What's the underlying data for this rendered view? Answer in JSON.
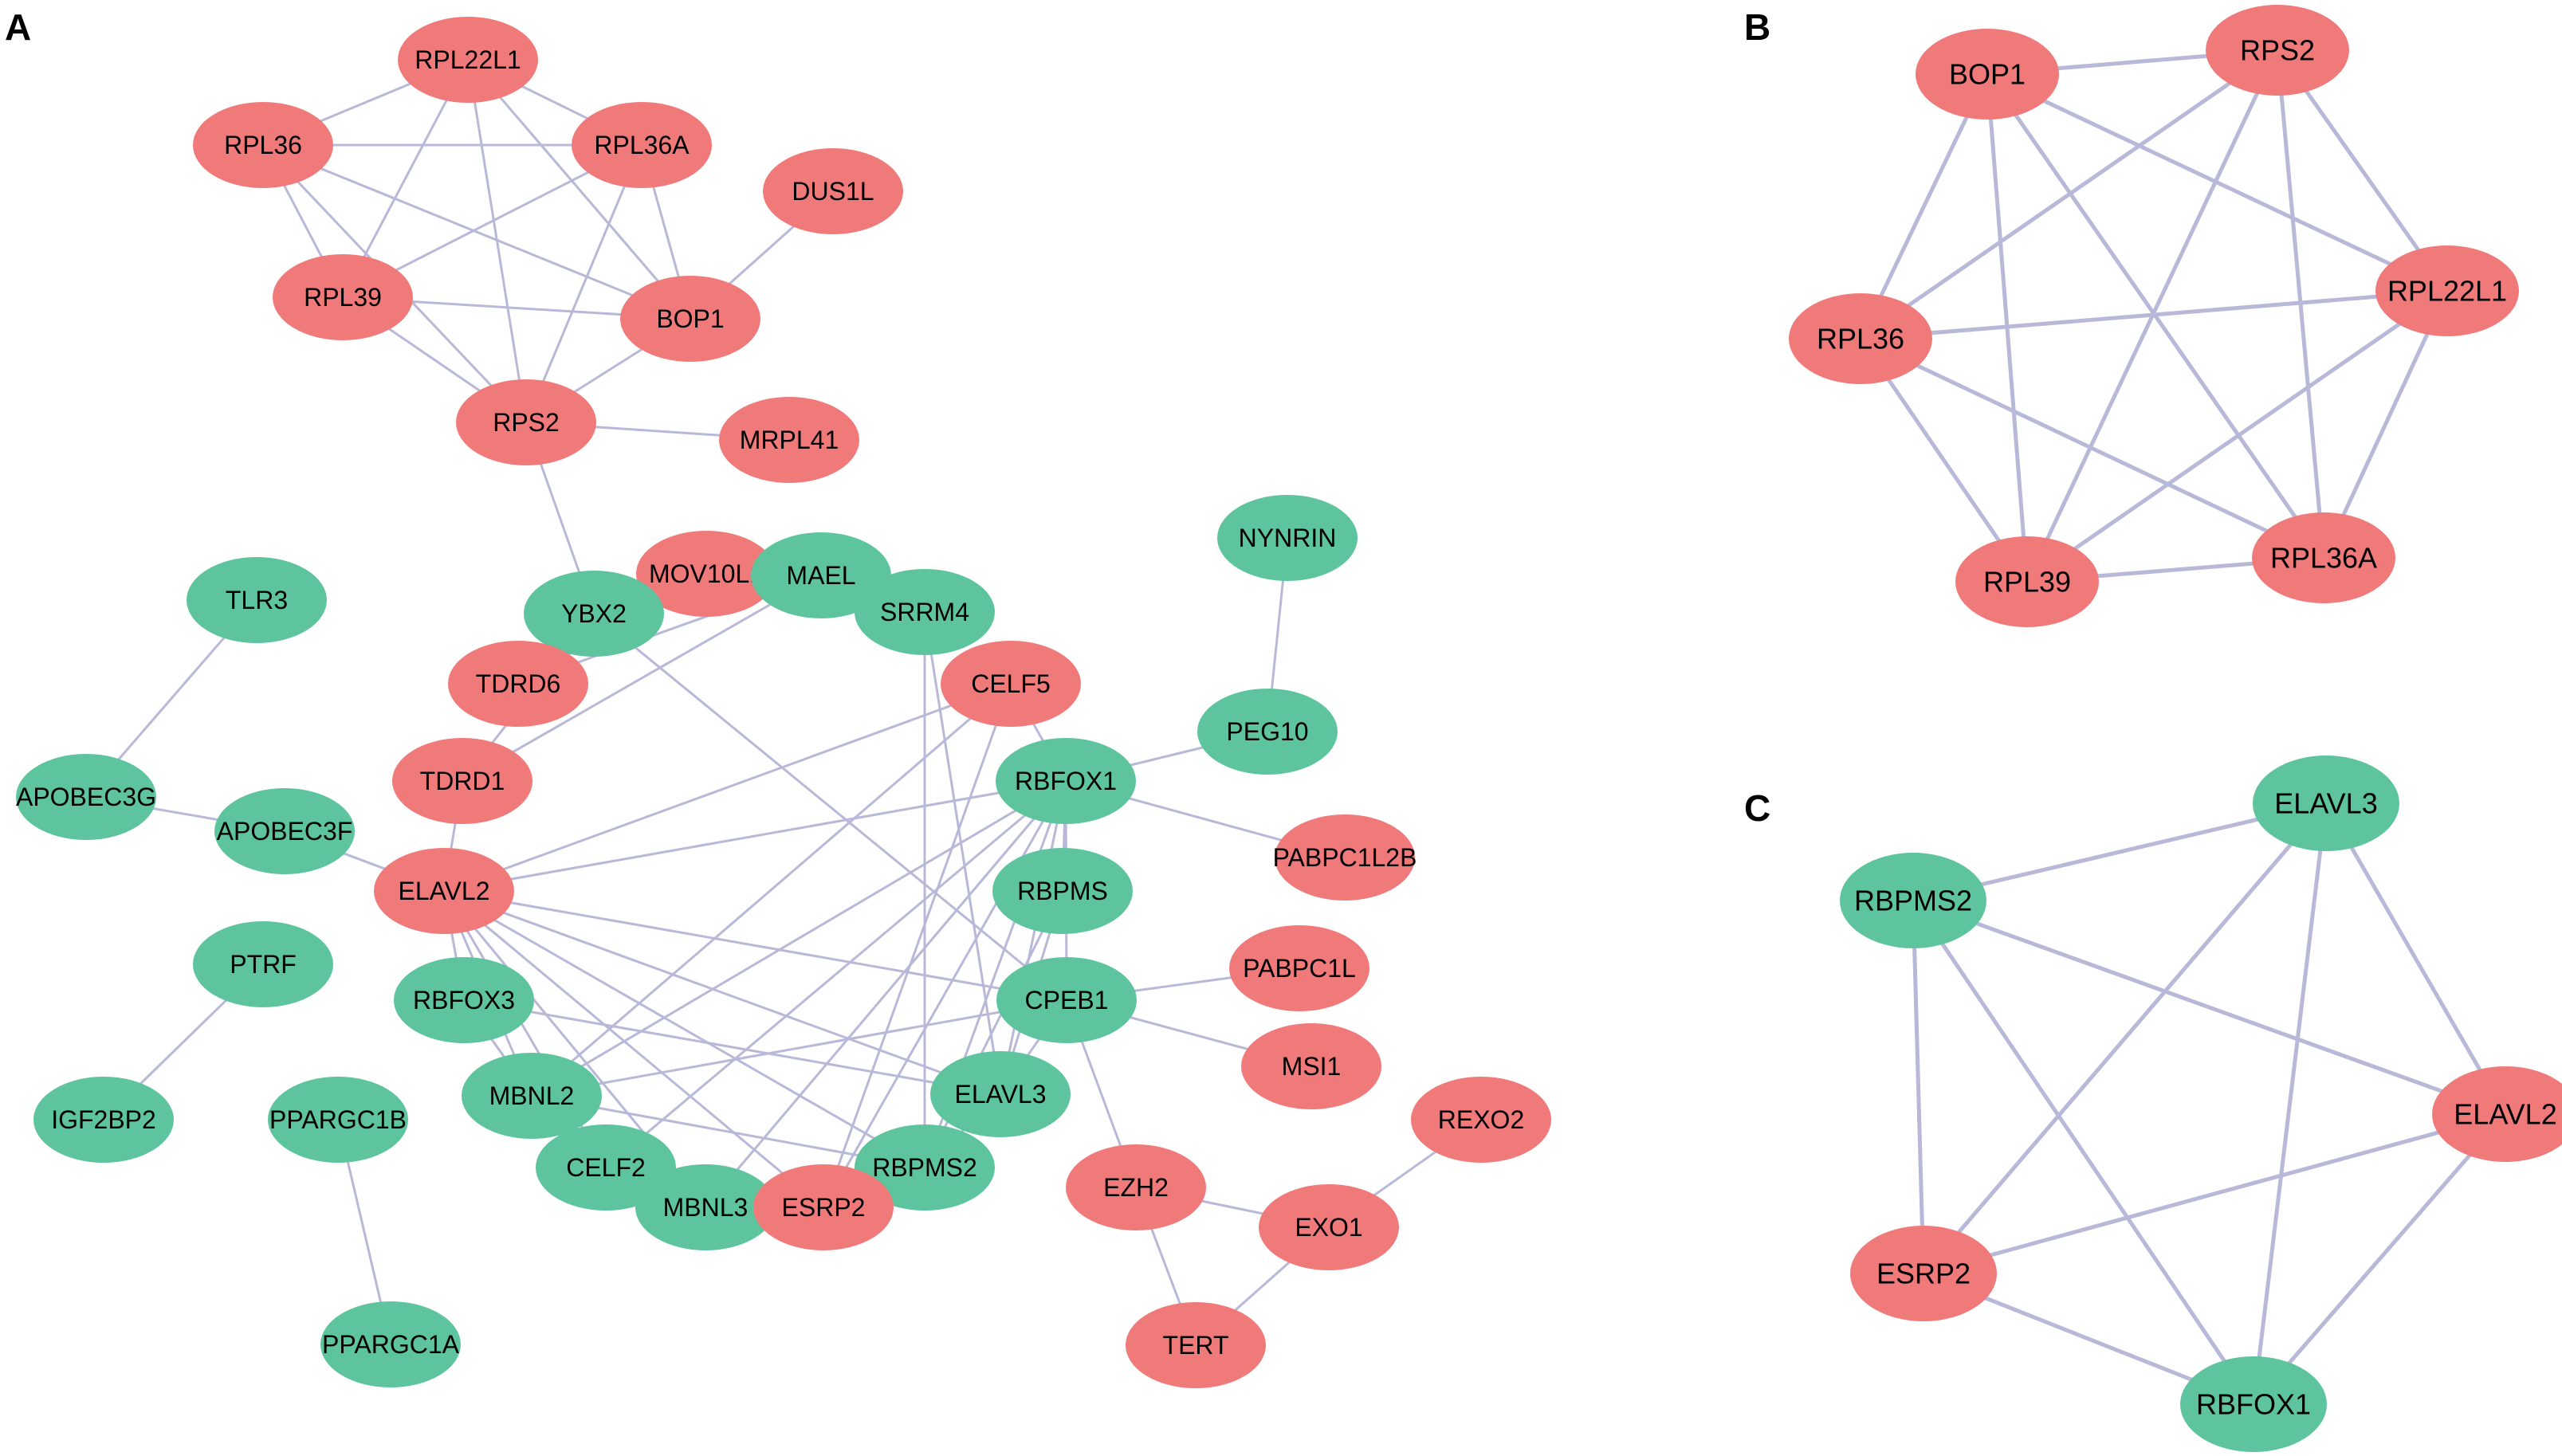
{
  "colors": {
    "red": "#f07a7a",
    "green": "#5ec49e",
    "edge": "#b8b8d8"
  },
  "panels": [
    {
      "label": "A",
      "nodes": [
        {
          "id": "RPL22L1",
          "label": "RPL22L1",
          "color": "red"
        },
        {
          "id": "RPL36",
          "label": "RPL36",
          "color": "red"
        },
        {
          "id": "RPL36A",
          "label": "RPL36A",
          "color": "red"
        },
        {
          "id": "DUS1L",
          "label": "DUS1L",
          "color": "red"
        },
        {
          "id": "RPL39",
          "label": "RPL39",
          "color": "red"
        },
        {
          "id": "BOP1",
          "label": "BOP1",
          "color": "red"
        },
        {
          "id": "RPS2",
          "label": "RPS2",
          "color": "red"
        },
        {
          "id": "MRPL41",
          "label": "MRPL41",
          "color": "red"
        },
        {
          "id": "NYNRIN",
          "label": "NYNRIN",
          "color": "green"
        },
        {
          "id": "TLR3",
          "label": "TLR3",
          "color": "green"
        },
        {
          "id": "MOV10L1",
          "label": "MOV10L1",
          "color": "red"
        },
        {
          "id": "MAEL",
          "label": "MAEL",
          "color": "green"
        },
        {
          "id": "YBX2",
          "label": "YBX2",
          "color": "green"
        },
        {
          "id": "SRRM4",
          "label": "SRRM4",
          "color": "green"
        },
        {
          "id": "TDRD6",
          "label": "TDRD6",
          "color": "red"
        },
        {
          "id": "CELF5",
          "label": "CELF5",
          "color": "red"
        },
        {
          "id": "PEG10",
          "label": "PEG10",
          "color": "green"
        },
        {
          "id": "TDRD1",
          "label": "TDRD1",
          "color": "red"
        },
        {
          "id": "RBFOX1",
          "label": "RBFOX1",
          "color": "green"
        },
        {
          "id": "APOBEC3G",
          "label": "APOBEC3G",
          "color": "green"
        },
        {
          "id": "APOBEC3F",
          "label": "APOBEC3F",
          "color": "green"
        },
        {
          "id": "PABPC1L2B",
          "label": "PABPC1L2B",
          "color": "red"
        },
        {
          "id": "ELAVL2",
          "label": "ELAVL2",
          "color": "red"
        },
        {
          "id": "RBPMS",
          "label": "RBPMS",
          "color": "green"
        },
        {
          "id": "PTRF",
          "label": "PTRF",
          "color": "green"
        },
        {
          "id": "PABPC1L",
          "label": "PABPC1L",
          "color": "red"
        },
        {
          "id": "RBFOX3",
          "label": "RBFOX3",
          "color": "green"
        },
        {
          "id": "CPEB1",
          "label": "CPEB1",
          "color": "green"
        },
        {
          "id": "MSI1",
          "label": "MSI1",
          "color": "red"
        },
        {
          "id": "MBNL2",
          "label": "MBNL2",
          "color": "green"
        },
        {
          "id": "ELAVL3",
          "label": "ELAVL3",
          "color": "green"
        },
        {
          "id": "IGF2BP2",
          "label": "IGF2BP2",
          "color": "green"
        },
        {
          "id": "PPARGC1B",
          "label": "PPARGC1B",
          "color": "green"
        },
        {
          "id": "REXO2",
          "label": "REXO2",
          "color": "red"
        },
        {
          "id": "CELF2",
          "label": "CELF2",
          "color": "green"
        },
        {
          "id": "RBPMS2",
          "label": "RBPMS2",
          "color": "green"
        },
        {
          "id": "MBNL3",
          "label": "MBNL3",
          "color": "green"
        },
        {
          "id": "ESRP2",
          "label": "ESRP2",
          "color": "red"
        },
        {
          "id": "EZH2",
          "label": "EZH2",
          "color": "red"
        },
        {
          "id": "EXO1",
          "label": "EXO1",
          "color": "red"
        },
        {
          "id": "TERT",
          "label": "TERT",
          "color": "red"
        },
        {
          "id": "PPARGC1A",
          "label": "PPARGC1A",
          "color": "green"
        }
      ],
      "edges": [
        [
          "RPL22L1",
          "RPL36"
        ],
        [
          "RPL22L1",
          "RPL36A"
        ],
        [
          "RPL22L1",
          "RPL39"
        ],
        [
          "RPL22L1",
          "BOP1"
        ],
        [
          "RPL22L1",
          "RPS2"
        ],
        [
          "RPL36",
          "RPL36A"
        ],
        [
          "RPL36",
          "RPL39"
        ],
        [
          "RPL36",
          "BOP1"
        ],
        [
          "RPL36",
          "RPS2"
        ],
        [
          "RPL36A",
          "RPL39"
        ],
        [
          "RPL36A",
          "BOP1"
        ],
        [
          "RPL36A",
          "RPS2"
        ],
        [
          "RPL39",
          "BOP1"
        ],
        [
          "RPL39",
          "RPS2"
        ],
        [
          "BOP1",
          "RPS2"
        ],
        [
          "BOP1",
          "DUS1L"
        ],
        [
          "RPS2",
          "MRPL41"
        ],
        [
          "RPS2",
          "YBX2"
        ],
        [
          "YBX2",
          "MOV10L1"
        ],
        [
          "YBX2",
          "TDRD6"
        ],
        [
          "YBX2",
          "TDRD1"
        ],
        [
          "YBX2",
          "CPEB1"
        ],
        [
          "MAEL",
          "TDRD1"
        ],
        [
          "MAEL",
          "TDRD6"
        ],
        [
          "MOV10L1",
          "TDRD6"
        ],
        [
          "TDRD1",
          "ELAVL2"
        ],
        [
          "TLR3",
          "APOBEC3G"
        ],
        [
          "APOBEC3G",
          "APOBEC3F"
        ],
        [
          "APOBEC3F",
          "ELAVL2"
        ],
        [
          "NYNRIN",
          "PEG10"
        ],
        [
          "PEG10",
          "RBFOX1"
        ],
        [
          "RBFOX1",
          "PABPC1L2B"
        ],
        [
          "CELF5",
          "ELAVL2"
        ],
        [
          "CELF5",
          "RBFOX1"
        ],
        [
          "CELF5",
          "MBNL2"
        ],
        [
          "CELF5",
          "ESRP2"
        ],
        [
          "SRRM4",
          "ELAVL3"
        ],
        [
          "SRRM4",
          "RBPMS2"
        ],
        [
          "ELAVL2",
          "RBFOX1"
        ],
        [
          "ELAVL2",
          "RBFOX3"
        ],
        [
          "ELAVL2",
          "CPEB1"
        ],
        [
          "ELAVL2",
          "ELAVL3"
        ],
        [
          "ELAVL2",
          "RBPMS2"
        ],
        [
          "ELAVL2",
          "ESRP2"
        ],
        [
          "ELAVL2",
          "MBNL2"
        ],
        [
          "ELAVL2",
          "CELF2"
        ],
        [
          "ELAVL2",
          "MBNL3"
        ],
        [
          "RBFOX1",
          "MBNL2"
        ],
        [
          "RBFOX1",
          "CELF2"
        ],
        [
          "RBFOX1",
          "MBNL3"
        ],
        [
          "RBFOX1",
          "ESRP2"
        ],
        [
          "RBFOX1",
          "RBPMS2"
        ],
        [
          "RBFOX1",
          "ELAVL3"
        ],
        [
          "RBFOX1",
          "CPEB1"
        ],
        [
          "RBFOX1",
          "RBPMS"
        ],
        [
          "RBPMS",
          "ELAVL3"
        ],
        [
          "RBPMS",
          "RBPMS2"
        ],
        [
          "CPEB1",
          "PABPC1L"
        ],
        [
          "CPEB1",
          "MSI1"
        ],
        [
          "CPEB1",
          "EZH2"
        ],
        [
          "CPEB1",
          "MBNL2"
        ],
        [
          "CPEB1",
          "ELAVL3"
        ],
        [
          "RBFOX3",
          "MBNL2"
        ],
        [
          "RBFOX3",
          "ELAVL3"
        ],
        [
          "MBNL2",
          "CELF2"
        ],
        [
          "MBNL2",
          "RBPMS2"
        ],
        [
          "CELF2",
          "MBNL3"
        ],
        [
          "MBNL3",
          "ESRP2"
        ],
        [
          "ESRP2",
          "RBPMS2"
        ],
        [
          "ELAVL3",
          "RBPMS2"
        ],
        [
          "PTRF",
          "IGF2BP2"
        ],
        [
          "PPARGC1B",
          "PPARGC1A"
        ],
        [
          "EZH2",
          "EXO1"
        ],
        [
          "EZH2",
          "TERT"
        ],
        [
          "EXO1",
          "TERT"
        ],
        [
          "EXO1",
          "REXO2"
        ]
      ]
    },
    {
      "label": "B",
      "nodes": [
        {
          "id": "B_BOP1",
          "label": "BOP1",
          "color": "red"
        },
        {
          "id": "B_RPS2",
          "label": "RPS2",
          "color": "red"
        },
        {
          "id": "B_RPL22L1",
          "label": "RPL22L1",
          "color": "red"
        },
        {
          "id": "B_RPL36",
          "label": "RPL36",
          "color": "red"
        },
        {
          "id": "B_RPL39",
          "label": "RPL39",
          "color": "red"
        },
        {
          "id": "B_RPL36A",
          "label": "RPL36A",
          "color": "red"
        }
      ],
      "edges": [
        [
          "B_BOP1",
          "B_RPS2"
        ],
        [
          "B_BOP1",
          "B_RPL22L1"
        ],
        [
          "B_BOP1",
          "B_RPL36"
        ],
        [
          "B_BOP1",
          "B_RPL39"
        ],
        [
          "B_BOP1",
          "B_RPL36A"
        ],
        [
          "B_RPS2",
          "B_RPL22L1"
        ],
        [
          "B_RPS2",
          "B_RPL36"
        ],
        [
          "B_RPS2",
          "B_RPL39"
        ],
        [
          "B_RPS2",
          "B_RPL36A"
        ],
        [
          "B_RPL22L1",
          "B_RPL36"
        ],
        [
          "B_RPL22L1",
          "B_RPL39"
        ],
        [
          "B_RPL22L1",
          "B_RPL36A"
        ],
        [
          "B_RPL36",
          "B_RPL39"
        ],
        [
          "B_RPL36",
          "B_RPL36A"
        ],
        [
          "B_RPL39",
          "B_RPL36A"
        ]
      ]
    },
    {
      "label": "C",
      "nodes": [
        {
          "id": "C_ELAVL3",
          "label": "ELAVL3",
          "color": "green"
        },
        {
          "id": "C_RBPMS2",
          "label": "RBPMS2",
          "color": "green"
        },
        {
          "id": "C_ELAVL2",
          "label": "ELAVL2",
          "color": "red"
        },
        {
          "id": "C_ESRP2",
          "label": "ESRP2",
          "color": "red"
        },
        {
          "id": "C_RBFOX1",
          "label": "RBFOX1",
          "color": "green"
        }
      ],
      "edges": [
        [
          "C_ELAVL3",
          "C_RBPMS2"
        ],
        [
          "C_ELAVL3",
          "C_ELAVL2"
        ],
        [
          "C_ELAVL3",
          "C_ESRP2"
        ],
        [
          "C_ELAVL3",
          "C_RBFOX1"
        ],
        [
          "C_RBPMS2",
          "C_ELAVL2"
        ],
        [
          "C_RBPMS2",
          "C_ESRP2"
        ],
        [
          "C_RBPMS2",
          "C_RBFOX1"
        ],
        [
          "C_ELAVL2",
          "C_ESRP2"
        ],
        [
          "C_ELAVL2",
          "C_RBFOX1"
        ],
        [
          "C_ESRP2",
          "C_RBFOX1"
        ]
      ]
    }
  ]
}
